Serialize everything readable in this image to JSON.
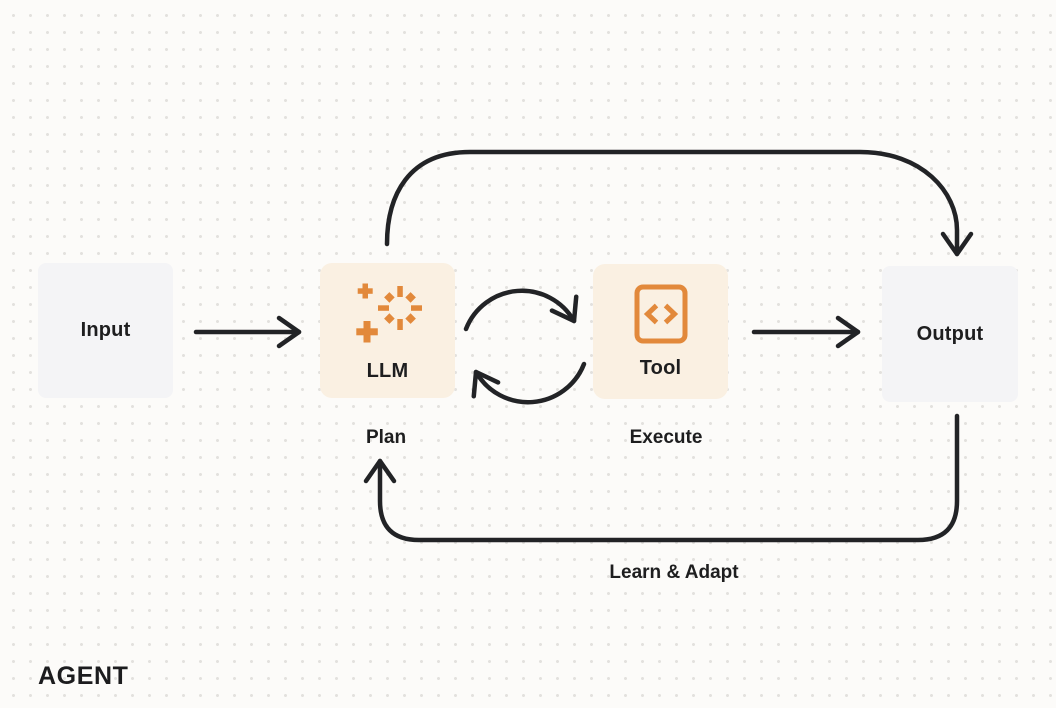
{
  "diagram": {
    "title": "AGENT",
    "nodes": {
      "input": {
        "label": "Input"
      },
      "llm": {
        "label": "LLM"
      },
      "tool": {
        "label": "Tool"
      },
      "output": {
        "label": "Output"
      }
    },
    "annotations": {
      "plan": "Plan",
      "execute": "Execute",
      "learn_adapt": "Learn & Adapt"
    },
    "icons": {
      "llm": "sparkle-burst-icon",
      "tool": "code-file-icon"
    },
    "colors": {
      "accent_orange": "#E2893B",
      "cream_node_bg": "#FAF0E2",
      "gray_node_bg": "#F4F4F6",
      "arrow_ink": "#222326",
      "text": "#1E1E1F",
      "background": "#FCFBF9",
      "grid_dot": "#E3E1DE"
    }
  }
}
